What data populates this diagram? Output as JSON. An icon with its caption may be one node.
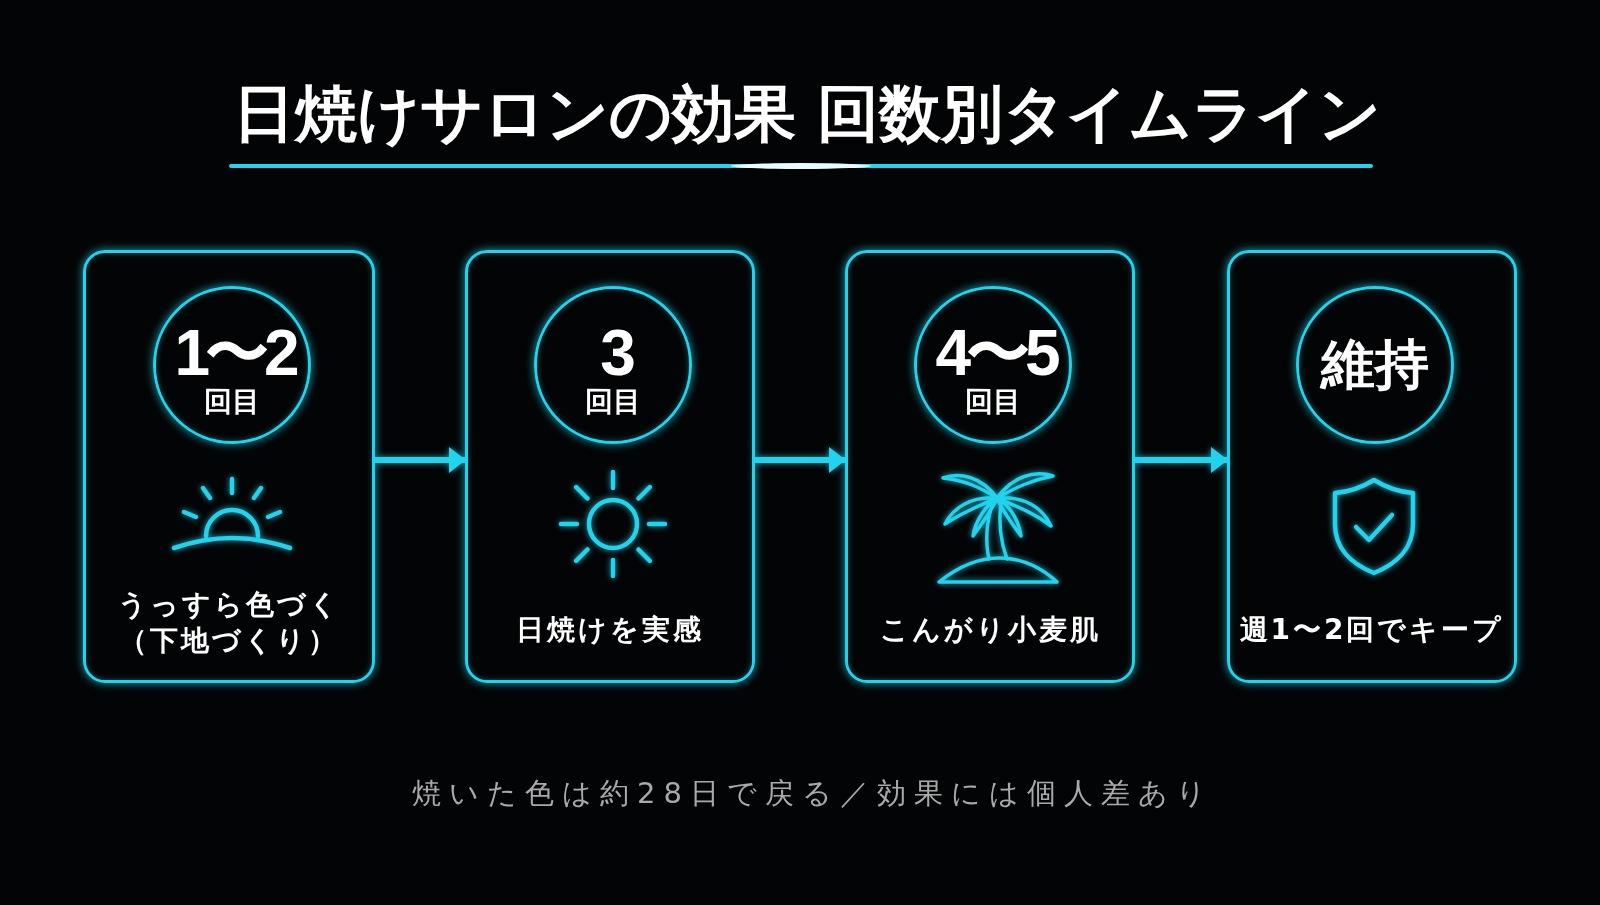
{
  "diagram": {
    "title": "日焼けサロンの効果 回数別タイムライン",
    "nodes": [
      {
        "text": [
          "うっすら色づく（下地づくり）"
        ]
      },
      {
        "text": [
          "1〜2",
          "回目"
        ],
        "in": 0
      },
      {
        "text": [
          "日焼けを実感"
        ]
      },
      {
        "text": [
          "3",
          "回目"
        ],
        "in": 2
      },
      {
        "text": [
          "こんがり小麦肌"
        ]
      },
      {
        "text": [
          "4〜5",
          "回目"
        ],
        "in": 4
      },
      {
        "text": [
          "週1〜2回でキープ"
        ]
      },
      {
        "text": [
          "維持"
        ],
        "in": 6
      }
    ],
    "edges": [
      {
        "from": 0,
        "to": 2,
        "arrow": "to"
      },
      {
        "from": 2,
        "to": 4,
        "arrow": "to"
      },
      {
        "from": 4,
        "to": 6,
        "arrow": "to"
      }
    ],
    "caption": "焼いた色は約28日で戻る／効果には個人差あり"
  }
}
